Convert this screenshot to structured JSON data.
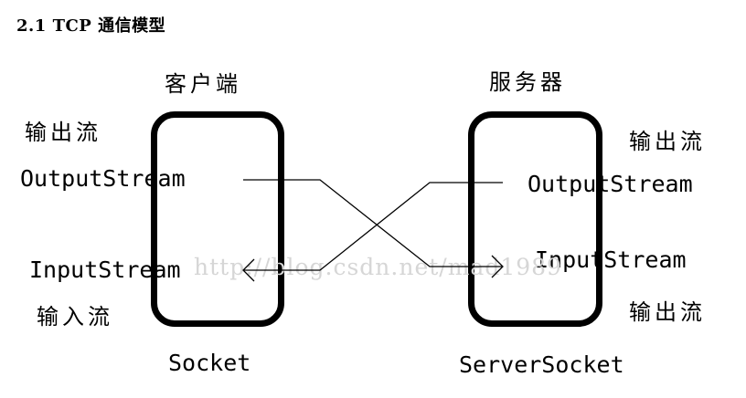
{
  "heading": "2.1 TCP 通信模型",
  "client": {
    "title": "客户端",
    "output_label": "输出流",
    "output_stream": "OutputStream",
    "input_stream": "InputStream",
    "input_label": "输入流",
    "socket_label": "Socket"
  },
  "server": {
    "title": "服务器",
    "output_label": "输出流",
    "output_stream": "OutputStream",
    "input_stream": "InputStream",
    "input_label": "输出流",
    "socket_label": "ServerSocket"
  },
  "watermark": "http://blog.csdn.net/mad1989"
}
